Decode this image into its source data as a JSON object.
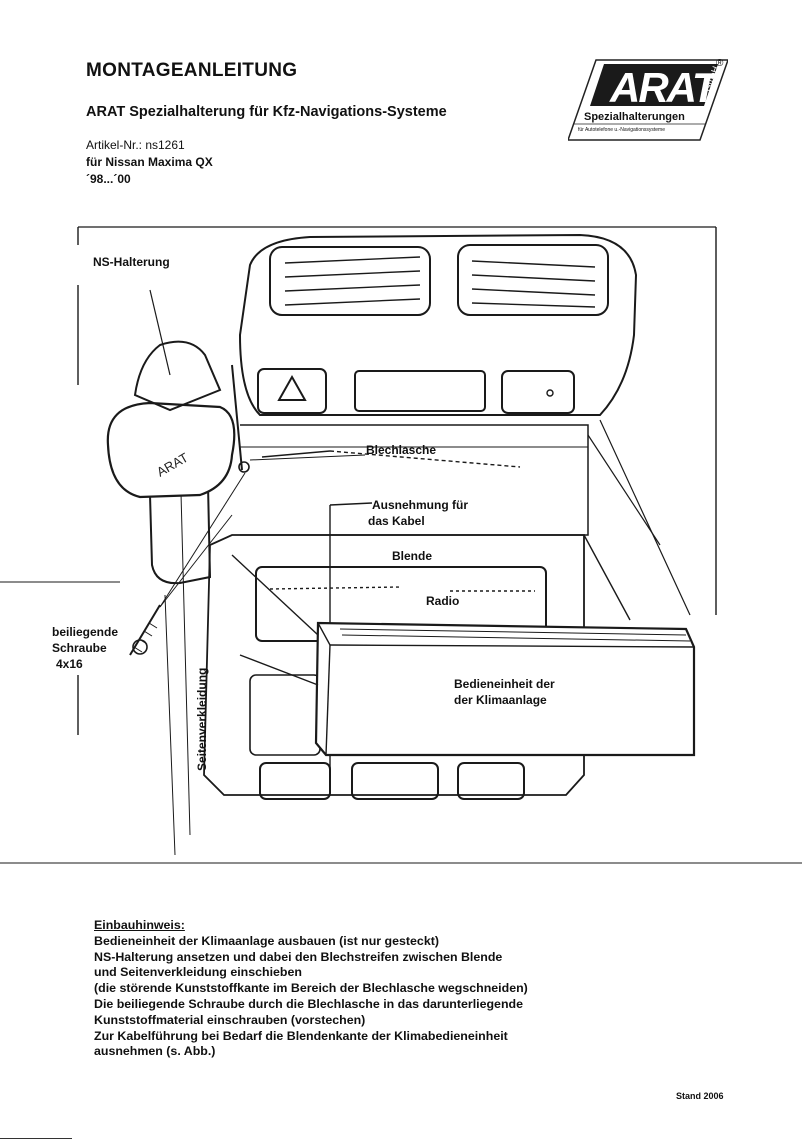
{
  "header": {
    "title": "MONTAGEANLEITUNG",
    "subtitle": "ARAT Spezialhalterung für Kfz-Navigations-Systeme",
    "article_no": "Artikel-Nr.: ns1261",
    "vehicle": "für Nissan Maxima QX",
    "years": "´98...´00"
  },
  "logo": {
    "brand": "ARAT",
    "registered": "®",
    "gmbh": "GmbH",
    "tagline": "Spezialhalterungen",
    "subline": "für Autotelefone u.-Navigationssysteme"
  },
  "diagram": {
    "ns_halterung": "NS-Halterung",
    "blechlasche": "Blechlasche",
    "ausnehmung_line1": "Ausnehmung für",
    "ausnehmung_line2": "das Kabel",
    "blende": "Blende",
    "radio": "Radio",
    "bedien_line1": "Bedieneinheit der",
    "bedien_line2": "der Klimaanlage",
    "schraube_line1": "beiliegende",
    "schraube_line2": "Schraube",
    "schraube_line3": "4x16",
    "seitenverkleidung": "Seitenverkleidung",
    "bracket_mark": "ARAT"
  },
  "instructions": {
    "heading": "Einbauhinweis:",
    "lines": [
      "Bedieneinheit der Klimaanlage ausbauen (ist nur gesteckt)",
      "NS-Halterung ansetzen und dabei den Blechstreifen zwischen Blende",
      "und Seitenverkleidung einschieben",
      "(die störende Kunststoffkante im Bereich der Blechlasche wegschneiden)",
      "Die beiliegende Schraube durch die Blechlasche in das darunterliegende",
      "Kunststoffmaterial  einschrauben (vorstechen)",
      "Zur Kabelführung bei Bedarf die Blendenkante der Klimabedieneinheit",
      "ausnehmen (s. Abb.)"
    ]
  },
  "footer": {
    "stand": "Stand 2006"
  }
}
